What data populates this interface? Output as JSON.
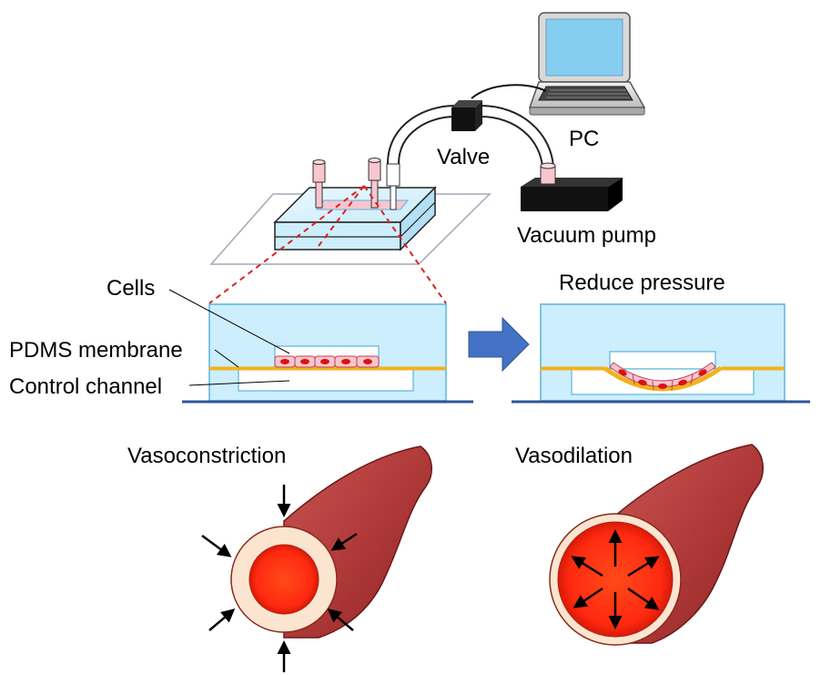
{
  "labels": {
    "pc": "PC",
    "valve": "Valve",
    "vacuum_pump": "Vacuum pump",
    "cells": "Cells",
    "pdms_membrane": "PDMS membrane",
    "control_channel": "Control channel",
    "reduce_pressure": "Reduce pressure",
    "vasoconstriction": "Vasoconstriction",
    "vasodilation": "Vasodilation"
  },
  "colors": {
    "chamber_fill": "#cdeefc",
    "chamber_stroke": "#5ab4dc",
    "membrane": "#f2b21d",
    "cell_fill": "#f7c6cf",
    "cell_nucleus": "#dd1111",
    "arrow_blue": "#4472c4",
    "vessel_outer": "#b9403f",
    "vessel_wall": "#fbe5d1",
    "vessel_lumen": "#ff2a10",
    "pump": "#111111",
    "screen": "#86cdf2",
    "dash_red": "#e02020"
  },
  "icons": [
    "pc-icon",
    "valve-icon",
    "vacuum-pump-icon",
    "tube-icon",
    "right-arrow-icon",
    "vessel-icon"
  ]
}
